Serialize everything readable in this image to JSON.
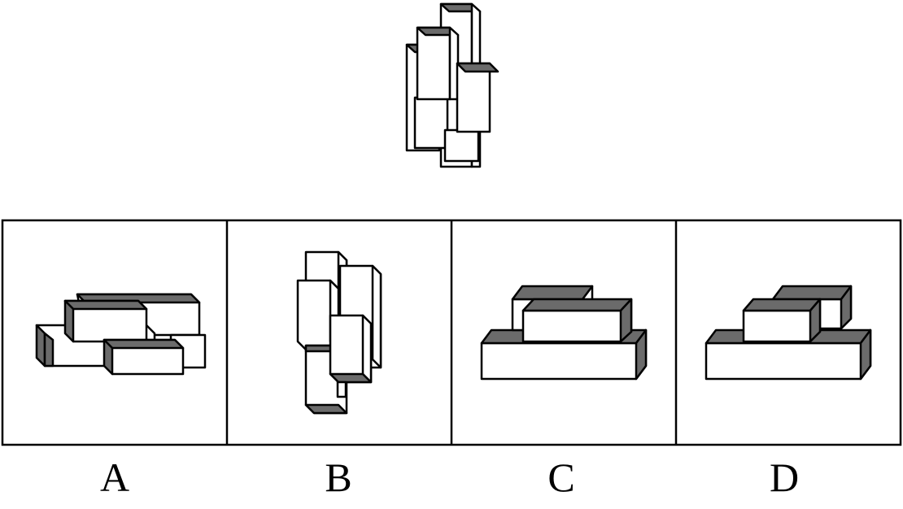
{
  "puzzle": {
    "options": [
      {
        "letter": "A"
      },
      {
        "letter": "B"
      },
      {
        "letter": "C"
      },
      {
        "letter": "D"
      }
    ]
  },
  "colors": {
    "ink": "#000000",
    "shade": "#6b6b6b",
    "face": "#ffffff"
  }
}
